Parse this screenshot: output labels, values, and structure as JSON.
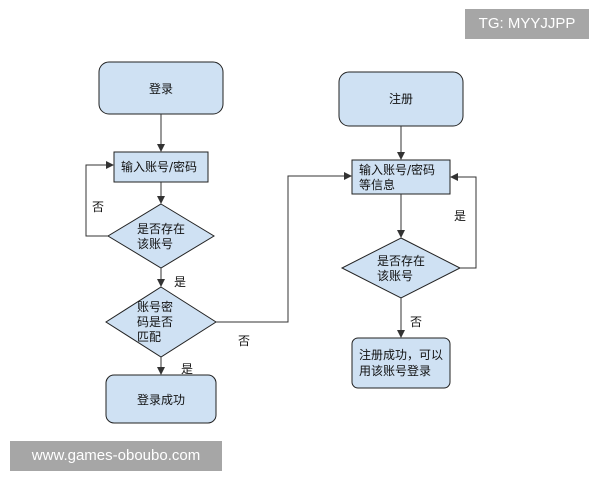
{
  "watermarks": {
    "top_right": "TG: MYYJJPP",
    "bottom_left": "www.games-oboubo.com"
  },
  "nodes": {
    "login": "登录",
    "input_account": "输入账号/密码",
    "account_exists_1": "是否存在",
    "account_exists_2": "该账号",
    "pwd_match_1": "账号密",
    "pwd_match_2": "码是否",
    "pwd_match_3": "匹配",
    "login_success": "登录成功",
    "register": "注册",
    "reg_input_1": "输入账号/密码",
    "reg_input_2": "等信息",
    "reg_exists_1": "是否存在",
    "reg_exists_2": "该账号",
    "reg_success_1": "注册成功，可以",
    "reg_success_2": "用该账号登录"
  },
  "edge_labels": {
    "no_left": "否",
    "yes_exists": "是",
    "no_match": "否",
    "yes_match": "是",
    "yes_reg_exists": "是",
    "no_reg_exists": "否"
  },
  "colors": {
    "node_fill": "#cfe1f3",
    "node_stroke": "#222222",
    "arrow": "#333333",
    "watermark_bg": "#a6a6a6"
  }
}
